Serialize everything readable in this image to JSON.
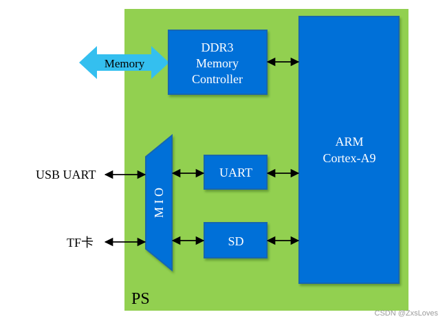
{
  "colors": {
    "background": "#ffffff",
    "ps_fill": "#92d050",
    "block_fill": "#0070d8",
    "block_border": "#1566b0",
    "block_text": "#ffffff",
    "memory_arrow": "#34bfef",
    "connector": "#000000",
    "label_text": "#000000",
    "watermark": "#9a9a9a"
  },
  "ps": {
    "label": "PS"
  },
  "blocks": {
    "ddr3": {
      "lines": [
        "DDR3",
        "Memory",
        "Controller"
      ]
    },
    "arm": {
      "lines": [
        "ARM",
        "Cortex-A9"
      ]
    },
    "uart": {
      "label": "UART"
    },
    "sd": {
      "label": "SD"
    },
    "mio": {
      "label": "M I O"
    }
  },
  "external": {
    "memory": {
      "label": "Memory"
    },
    "usb_uart": {
      "label": "USB UART"
    },
    "tf": {
      "label": "TF卡"
    }
  },
  "watermark": {
    "text": "CSDN @ZxsLoves"
  }
}
